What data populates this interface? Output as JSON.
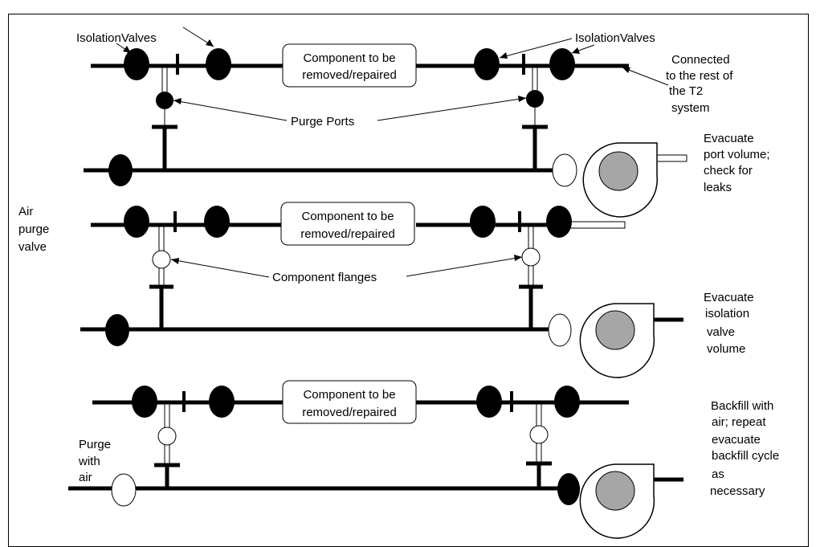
{
  "labels": {
    "isolation_valves_left": "IsolationValves",
    "isolation_valves_right": "IsolationValves",
    "connected": [
      "Connected",
      "to the rest of",
      "the T2",
      "system"
    ],
    "purge_ports": "Purge Ports",
    "evacuate_port": [
      "Evacuate",
      "port volume;",
      "check for",
      "leaks"
    ],
    "air_purge_valve": [
      "Air",
      "purge",
      "valve"
    ],
    "component_flanges": "Component flanges",
    "evacuate_isolation": [
      "Evacuate",
      "isolation",
      "valve",
      "volume"
    ],
    "purge_with_air": [
      "Purge",
      "with",
      "air"
    ],
    "backfill": [
      "Backfill with",
      "air; repeat",
      "evacuate",
      "backfill cycle",
      "as",
      "necessary"
    ]
  },
  "component_box": {
    "line1": "Component to be",
    "line2": "removed/repaired"
  },
  "colors": {
    "line": "#000000",
    "pump_rotor": "#a6a6a6",
    "background": "#ffffff"
  }
}
